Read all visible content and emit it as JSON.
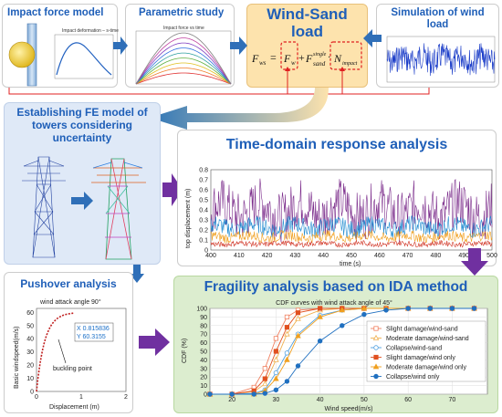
{
  "impact_panel": {
    "title": "Impact force model",
    "mini_title": "Impact deformation – s-time"
  },
  "parametric_panel": {
    "title": "Parametric study",
    "mini_title": "Impact force vs time"
  },
  "windsand_panel": {
    "title_line1": "Wind-Sand",
    "title_line2": "load",
    "eq_F": "F",
    "eq_F_sub": "ws",
    "eq_eq": "=",
    "eq_Fw": "F",
    "eq_Fw_sub": "w",
    "eq_plus": "+",
    "eq_Fs": "F",
    "eq_Fs_sup": "single",
    "eq_Fs_sub": "sand",
    "eq_dot": "·",
    "eq_N": "N",
    "eq_N_sub": "impact"
  },
  "wind_panel": {
    "title_line1": "Simulation of wind",
    "title_line2": "load"
  },
  "fe_panel": {
    "title_line1": "Establishing FE model of",
    "title_line2": "towers considering",
    "title_line3": "uncertainty"
  },
  "time_panel": {
    "title": "Time-domain response analysis",
    "ylabel": "top displacement (m)",
    "xlabel": "time (s)",
    "xticks": [
      "400",
      "410",
      "420",
      "430",
      "440",
      "450",
      "460",
      "470",
      "480",
      "490",
      "500"
    ],
    "yticks": [
      "0",
      "0.1",
      "0.2",
      "0.3",
      "0.4",
      "0.5",
      "0.6",
      "0.7",
      "0.8"
    ]
  },
  "pushover_panel": {
    "title": "Pushover analysis",
    "subtitle": "wind attack angle 90°",
    "ylabel": "Basic windspeed(m/s)",
    "xlabel": "Displacement (m)",
    "xticks": [
      "0",
      "1",
      "2"
    ],
    "yticks": [
      "0",
      "10",
      "20",
      "30",
      "40",
      "50",
      "60"
    ],
    "readout_x": "X 0.815836",
    "readout_y": "Y 60.3155",
    "annotation": "buckling point"
  },
  "fragility_panel": {
    "title": "Fragility analysis based on IDA method"
  },
  "chart_data": {
    "type": "line",
    "title": "CDF curves with wind attack angle of 45°",
    "xlabel": "Wind speed(m/s)",
    "ylabel": "CDF (%)",
    "xlim": [
      15,
      78
    ],
    "ylim": [
      0,
      100
    ],
    "xticks": [
      20,
      30,
      40,
      50,
      60,
      70
    ],
    "yticks": [
      0,
      10,
      20,
      30,
      40,
      50,
      60,
      70,
      80,
      90,
      100
    ],
    "grid": true,
    "legend_position": "right",
    "x": [
      15,
      20,
      25,
      27.5,
      30,
      32.5,
      35,
      40,
      45,
      50,
      55,
      60,
      65,
      70,
      75
    ],
    "series": [
      {
        "name": "Slight damage/wind-sand",
        "color": "#f08060",
        "marker": "square-open",
        "values": [
          0,
          0,
          8,
          30,
          65,
          90,
          98,
          100,
          100,
          100,
          100,
          100,
          100,
          100,
          100
        ]
      },
      {
        "name": "Moderate damage/wind-sand",
        "color": "#f0b050",
        "marker": "triangle-open",
        "values": [
          0,
          0,
          3,
          12,
          40,
          70,
          88,
          98,
          100,
          100,
          100,
          100,
          100,
          100,
          100
        ]
      },
      {
        "name": "Collapse/wind-sand",
        "color": "#50a0e0",
        "marker": "circle-open",
        "values": [
          0,
          0,
          1,
          5,
          25,
          48,
          70,
          92,
          98,
          100,
          100,
          100,
          100,
          100,
          100
        ]
      },
      {
        "name": "Slight damage/wind only",
        "color": "#e05020",
        "marker": "square",
        "values": [
          0,
          0,
          4,
          18,
          50,
          78,
          95,
          100,
          100,
          100,
          100,
          100,
          100,
          100,
          100
        ]
      },
      {
        "name": "Moderate damage/wind only",
        "color": "#f0a020",
        "marker": "triangle",
        "values": [
          0,
          0,
          0,
          4,
          18,
          40,
          68,
          90,
          98,
          100,
          100,
          100,
          100,
          100,
          100
        ]
      },
      {
        "name": "Collapse/wind only",
        "color": "#2070c0",
        "marker": "circle",
        "values": [
          0,
          0,
          0,
          1,
          5,
          15,
          33,
          62,
          80,
          93,
          98,
          100,
          100,
          100,
          100
        ]
      }
    ]
  }
}
